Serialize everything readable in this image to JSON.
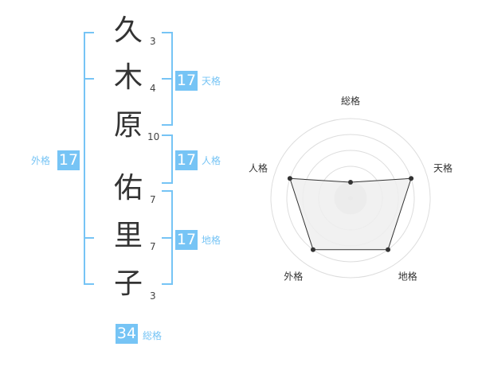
{
  "name": {
    "characters": [
      {
        "char": "久",
        "strokes": "3"
      },
      {
        "char": "木",
        "strokes": "4"
      },
      {
        "char": "原",
        "strokes": "10"
      },
      {
        "char": "佑",
        "strokes": "7"
      },
      {
        "char": "里",
        "strokes": "7"
      },
      {
        "char": "子",
        "strokes": "3"
      }
    ]
  },
  "fortune": {
    "tenkaku": {
      "value": "17",
      "label": "天格"
    },
    "jinkaku": {
      "value": "17",
      "label": "人格"
    },
    "chikaku": {
      "value": "17",
      "label": "地格"
    },
    "gaikaku": {
      "value": "17",
      "label": "外格"
    },
    "soukaku": {
      "value": "34",
      "label": "総格"
    }
  },
  "colors": {
    "accent": "#76c4f5",
    "char_text": "#333333",
    "radar_fill": "#efefef",
    "radar_stroke": "#333333"
  },
  "chart_data": {
    "type": "radar",
    "axes": [
      "総格",
      "天格",
      "地格",
      "外格",
      "人格"
    ],
    "values": [
      1,
      4,
      4,
      4,
      4
    ],
    "range": [
      0,
      5
    ],
    "rings": 5
  }
}
